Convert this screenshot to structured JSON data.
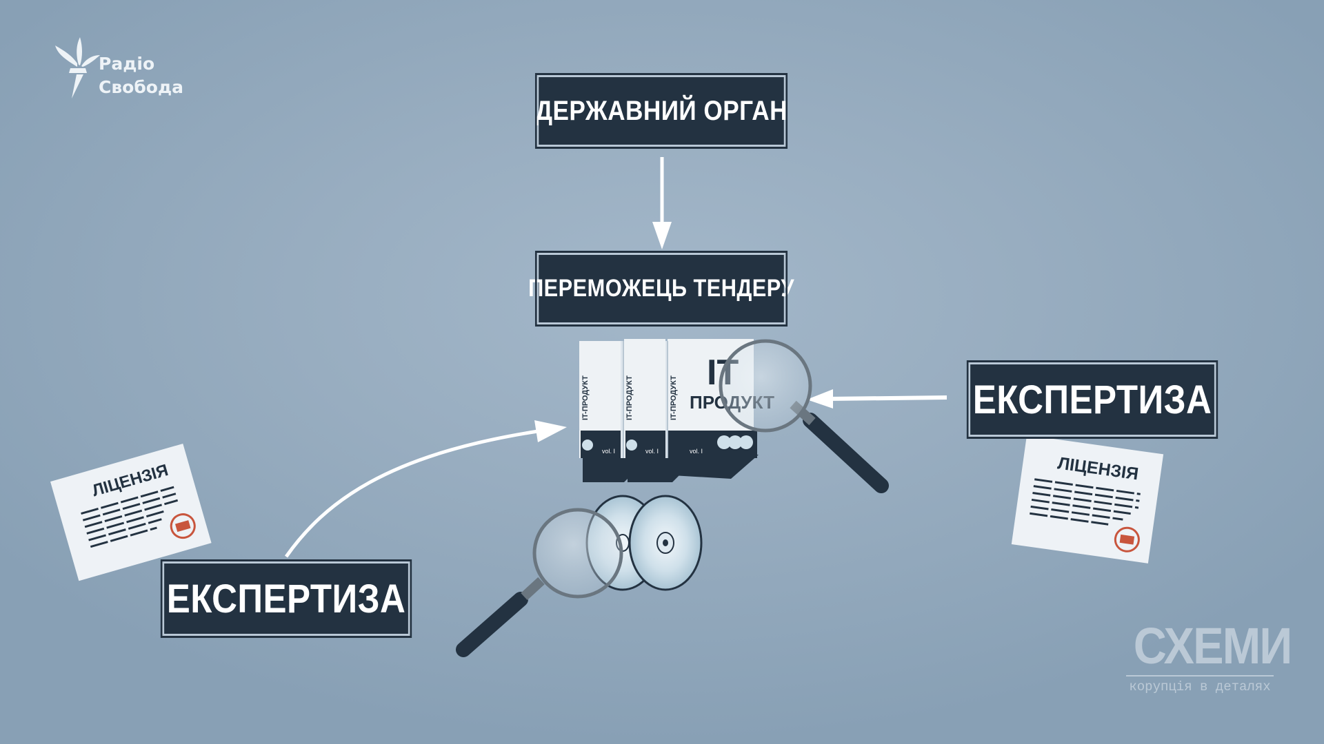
{
  "brand": {
    "logo_line1": "Радіо",
    "logo_line2": "Свобода"
  },
  "diagram": {
    "government_body": "ДЕРЖАВНИЙ ОРГАН",
    "tender_winner": "ПЕРЕМОЖЕЦЬ ТЕНДЕРУ",
    "expertise_right": "ЕКСПЕРТИЗА",
    "expertise_left": "ЕКСПЕРТИЗА",
    "license_left": "ЛІЦЕНЗІЯ",
    "license_right": "ЛІЦЕНЗІЯ",
    "product_spine": "IT-ПРОДУКТ",
    "product_big": "IT",
    "product_title": "ПРОДУКТ",
    "product_volume": "vol. I"
  },
  "watermark": {
    "title": "СХЕМИ",
    "subtitle": "корупція в деталях"
  },
  "colors": {
    "navy": "#233241",
    "background": "#9db2c5",
    "arrow": "#ffffff",
    "stamp": "#c8553d"
  },
  "icons": [
    "magnifier-icon",
    "cd-disc-icon",
    "software-box-icon",
    "license-document-icon",
    "torch-logo-icon"
  ]
}
